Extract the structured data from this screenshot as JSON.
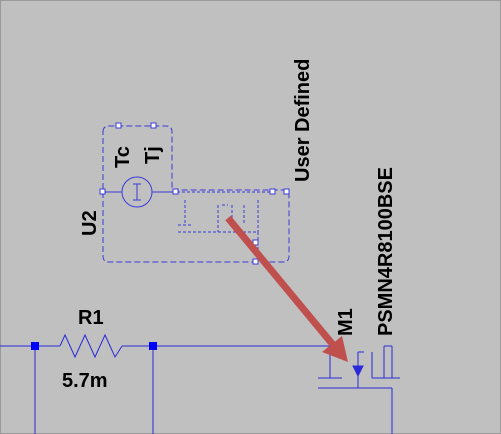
{
  "schematic": {
    "background_color": "#c0c0c0",
    "wire_color": "#0000ff",
    "component_color": "#2a2ad8",
    "arrow_color": "#c0504d",
    "resistor": {
      "ref": "R1",
      "value": "5.7m"
    },
    "mosfet": {
      "ref": "M1",
      "part": "PSMN4R8100BSE"
    },
    "thermal_block": {
      "ref": "U2",
      "pin_tc": "Tc",
      "pin_tj": "Tj",
      "value": "User Defined"
    }
  }
}
